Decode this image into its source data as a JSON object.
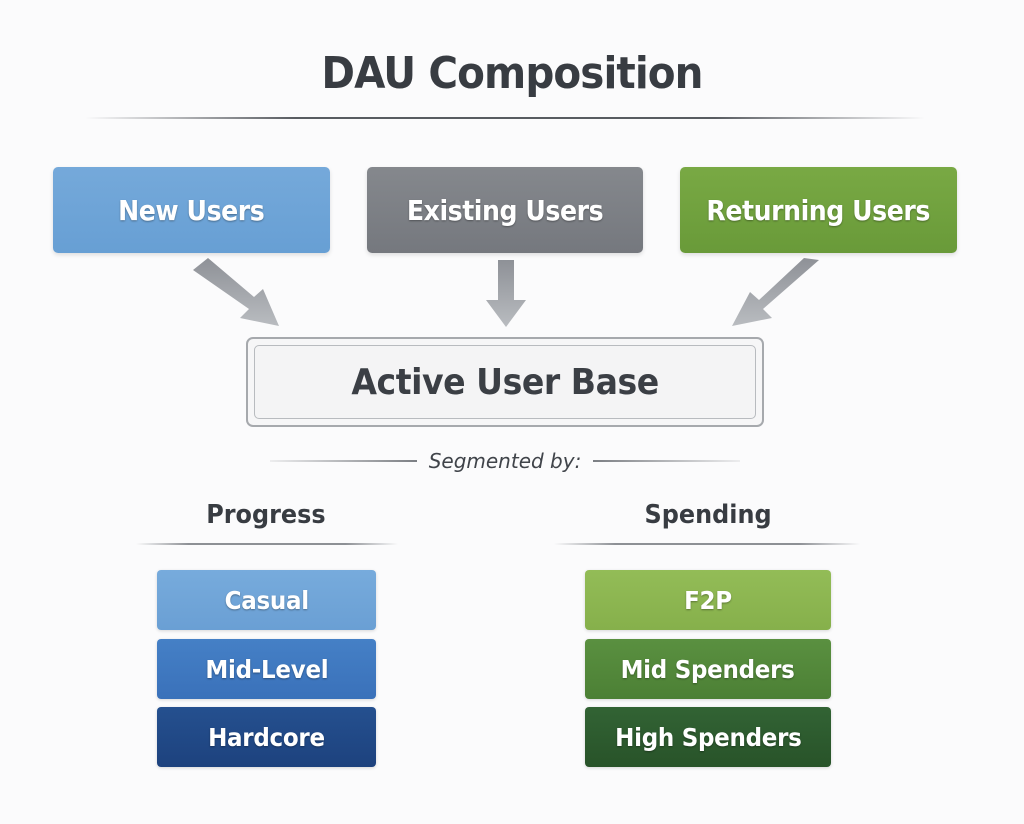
{
  "title": "DAU Composition",
  "sources": [
    {
      "label": "New Users",
      "color": "#6ea3d7"
    },
    {
      "label": "Existing Users",
      "color": "#7c7f84"
    },
    {
      "label": "Returning Users",
      "color": "#6fa03d"
    }
  ],
  "target": {
    "label": "Active User Base"
  },
  "segmented_by_label": "Segmented by:",
  "segments": {
    "progress": {
      "heading": "Progress",
      "tiers": [
        {
          "label": "Casual",
          "color": "#6fa4d8"
        },
        {
          "label": "Mid-Level",
          "color": "#3d74bd"
        },
        {
          "label": "Hardcore",
          "color": "#1f4583"
        }
      ]
    },
    "spending": {
      "heading": "Spending",
      "tiers": [
        {
          "label": "F2P",
          "color": "#8cb650"
        },
        {
          "label": "Mid Spenders",
          "color": "#52883a"
        },
        {
          "label": "High Spenders",
          "color": "#2c5a2e"
        }
      ]
    }
  }
}
